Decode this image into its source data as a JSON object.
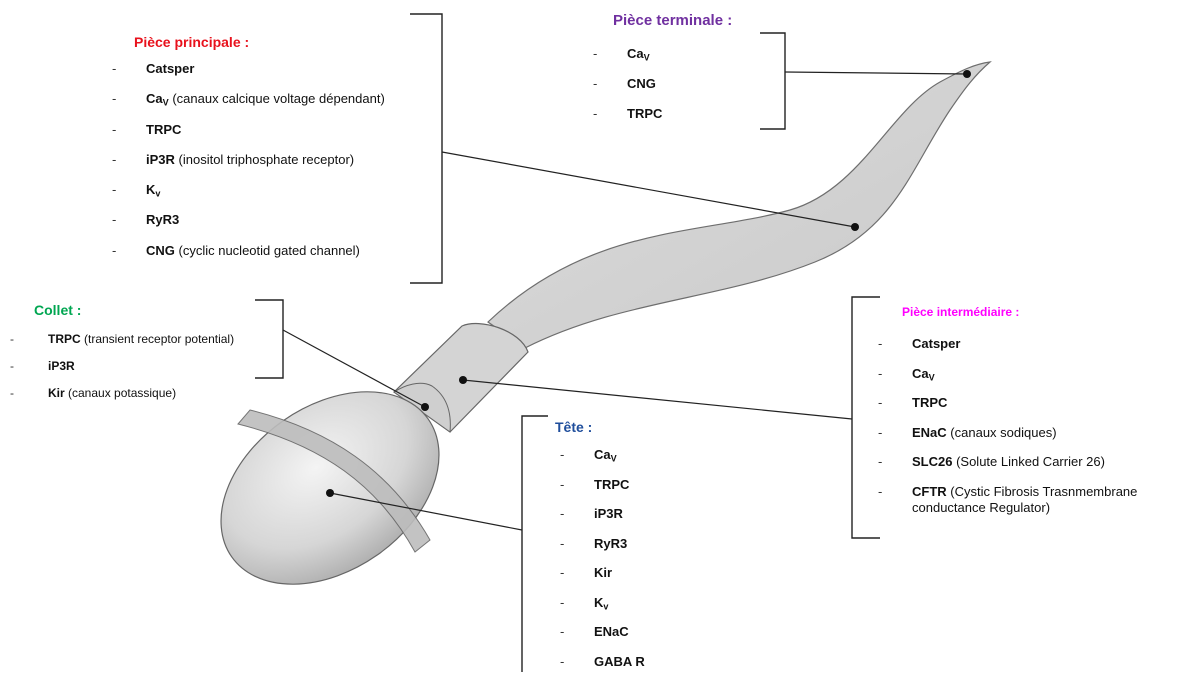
{
  "colors": {
    "principale": "#e8121d",
    "terminale": "#7030a0",
    "collet": "#00a651",
    "intermediaire": "#ff00ff",
    "tete": "#1f4e9c",
    "bracket": "#222222",
    "body_fill": "#d9d9d9",
    "body_stroke": "#666666"
  },
  "sections": {
    "principale": {
      "title": "Pièce principale :",
      "items": [
        {
          "name": "Catsper",
          "desc": ""
        },
        {
          "name": "Ca",
          "sub": "V",
          "desc": " (canaux calcique voltage dépendant)"
        },
        {
          "name": "TRPC",
          "desc": ""
        },
        {
          "name": "iP3R",
          "desc": " (inositol triphosphate receptor)"
        },
        {
          "name": "K",
          "sub": "v",
          "desc": ""
        },
        {
          "name": "RyR3",
          "desc": ""
        },
        {
          "name": "CNG",
          "desc": " (cyclic nucleotid gated channel)"
        }
      ]
    },
    "terminale": {
      "title": "Pièce terminale :",
      "items": [
        {
          "name": "Ca",
          "sub": "V",
          "desc": ""
        },
        {
          "name": "CNG",
          "desc": ""
        },
        {
          "name": "TRPC",
          "desc": ""
        }
      ]
    },
    "collet": {
      "title": "Collet :",
      "items": [
        {
          "name": "TRPC",
          "desc": " (transient receptor potential)"
        },
        {
          "name": "iP3R",
          "desc": ""
        },
        {
          "name": "Kir",
          "desc": " (canaux potassique)"
        }
      ]
    },
    "intermediaire": {
      "title": "Pièce intermédiaire :",
      "items": [
        {
          "name": "Catsper",
          "desc": ""
        },
        {
          "name": "Ca",
          "sub": "V",
          "desc": ""
        },
        {
          "name": "TRPC",
          "desc": ""
        },
        {
          "name": "ENaC",
          "desc": " (canaux sodiques)"
        },
        {
          "name": "SLC26",
          "desc": " (Solute Linked Carrier 26)"
        },
        {
          "name": "CFTR",
          "desc": " (Cystic Fibrosis Trasnmembrane conductance Regulator)"
        }
      ]
    },
    "tete": {
      "title": "Tête :",
      "items": [
        {
          "name": "Ca",
          "sub": "V",
          "desc": ""
        },
        {
          "name": "TRPC",
          "desc": ""
        },
        {
          "name": "iP3R",
          "desc": ""
        },
        {
          "name": "RyR3",
          "desc": ""
        },
        {
          "name": "Kir",
          "desc": ""
        },
        {
          "name": "K",
          "sub": "v",
          "desc": ""
        },
        {
          "name": "ENaC",
          "desc": ""
        },
        {
          "name": "GABA R",
          "desc": ""
        }
      ]
    }
  }
}
